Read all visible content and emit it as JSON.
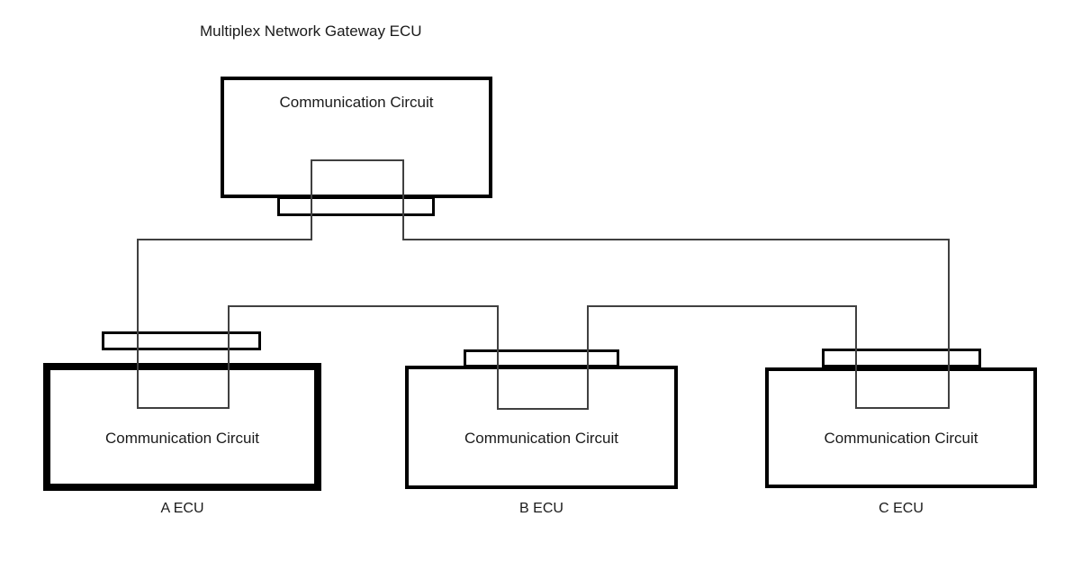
{
  "diagram": {
    "title": "Multiplex Network Gateway ECU",
    "colors": {
      "wire": "#404040",
      "box_border": "#000000",
      "background": "#ffffff"
    },
    "connections": [
      {
        "from": "gateway",
        "to": "a"
      },
      {
        "from": "gateway",
        "to": "c"
      },
      {
        "from": "a",
        "to": "b"
      },
      {
        "from": "b",
        "to": "c"
      }
    ]
  },
  "nodes": {
    "gateway": {
      "name": "Multiplex Network Gateway ECU",
      "circuit_label": "Communication Circuit"
    },
    "a": {
      "circuit_label": "Communication Circuit",
      "caption": "A ECU",
      "highlighted": true
    },
    "b": {
      "circuit_label": "Communication Circuit",
      "caption": "B ECU",
      "highlighted": false
    },
    "c": {
      "circuit_label": "Communication Circuit",
      "caption": "C ECU",
      "highlighted": false
    }
  }
}
